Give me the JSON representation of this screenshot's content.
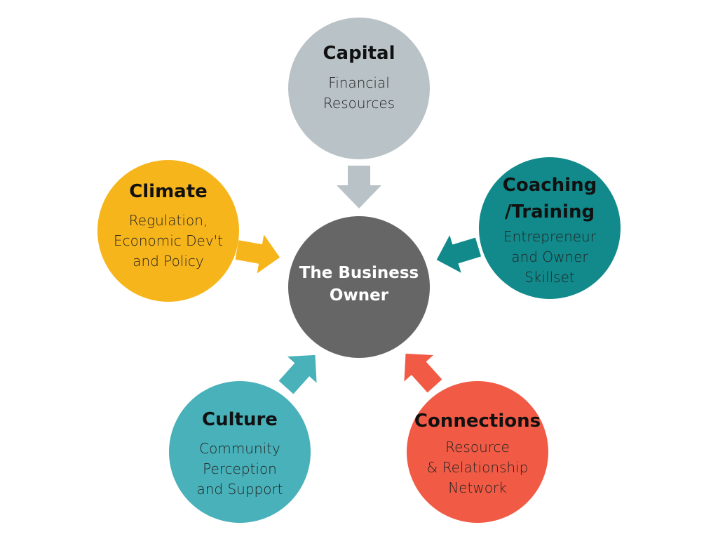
{
  "center": {
    "title_lines": [
      "The Business",
      "Owner"
    ],
    "color": "#666666"
  },
  "nodes": {
    "capital": {
      "title_lines": [
        "Capital"
      ],
      "desc_lines": [
        "Financial",
        "Resources"
      ],
      "color": "#b9c3c7"
    },
    "climate": {
      "title_lines": [
        "Climate"
      ],
      "desc_lines": [
        "Regulation,",
        "Economic Dev't",
        "and Policy"
      ],
      "color": "#f7b51c"
    },
    "coaching": {
      "title_lines": [
        "Coaching",
        "/Training"
      ],
      "desc_lines": [
        "Entrepreneur",
        "and Owner",
        "Skillset"
      ],
      "color": "#12898a"
    },
    "culture": {
      "title_lines": [
        "Culture"
      ],
      "desc_lines": [
        "Community",
        "Perception",
        "and Support"
      ],
      "color": "#48b1b9"
    },
    "connections": {
      "title_lines": [
        "Connections"
      ],
      "desc_lines": [
        "Resource",
        "& Relationship",
        "Network"
      ],
      "color": "#f15b45"
    }
  }
}
